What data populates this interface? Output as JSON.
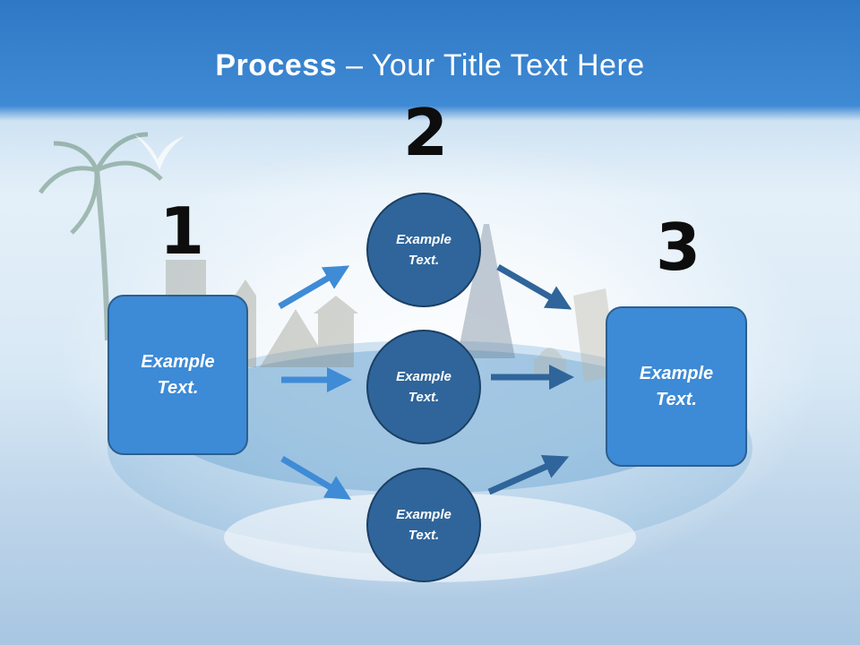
{
  "slide": {
    "title_bold": "Process",
    "title_rest": " – Your Title Text Here",
    "step_numbers": [
      "1",
      "2",
      "3"
    ],
    "left_box_text": "Example Text.",
    "right_box_text": "Example Text.",
    "circles": [
      "Example Text.",
      "Example Text.",
      "Example Text."
    ],
    "colors": {
      "box_fill": "#3d8ad6",
      "circle_fill": "#2f659a",
      "arrow_left": "#3f8bd6",
      "arrow_right": "#2f659a"
    }
  }
}
